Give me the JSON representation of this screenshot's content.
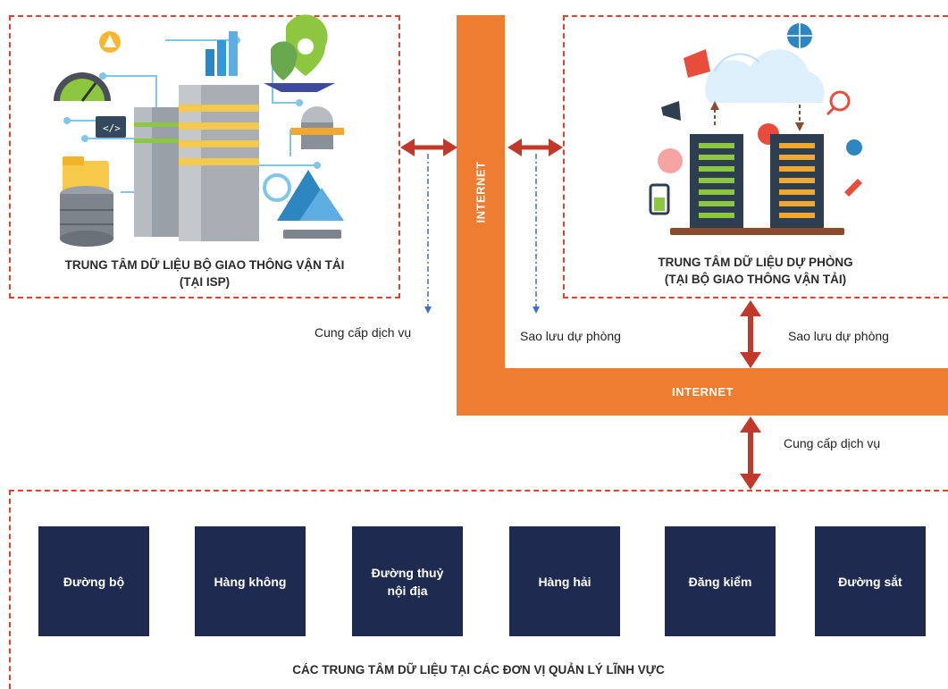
{
  "isp_center": {
    "title_line1": "TRUNG TÂM DỮ LIỆU BỘ GIAO THÔNG VẬN TẢI",
    "title_line2": "(TẠI ISP)"
  },
  "backup_center": {
    "title_line1": "TRUNG TÂM DỮ LIỆU DỰ PHÒNG",
    "title_line2": "(TẠI BỘ GIAO THÔNG VẬN TẢI)"
  },
  "internet": {
    "vertical_label": "INTERNET",
    "horizontal_label": "INTERNET"
  },
  "flow_labels": {
    "service_left": "Cung cấp dịch vụ",
    "backup_middle": "Sao lưu dự phòng",
    "backup_right": "Sao lưu dự phòng",
    "service_bottom": "Cung cấp dịch vụ"
  },
  "units": {
    "title": "CÁC TRUNG TÂM DỮ LIỆU TẠI CÁC ĐƠN VỊ QUẢN LÝ LĨNH VỰC",
    "items": [
      "Đường bộ",
      "Hàng không",
      "Đường thuỷ\nnội địa",
      "Hàng hải",
      "Đăng kiểm",
      "Đường sắt"
    ]
  },
  "colors": {
    "internet": "#ee7d31",
    "arrow": "#c0392b",
    "dashed_border": "#e2412f",
    "unit_box": "#1e2a4f",
    "dotted_arrow": "#3a6fd8"
  }
}
